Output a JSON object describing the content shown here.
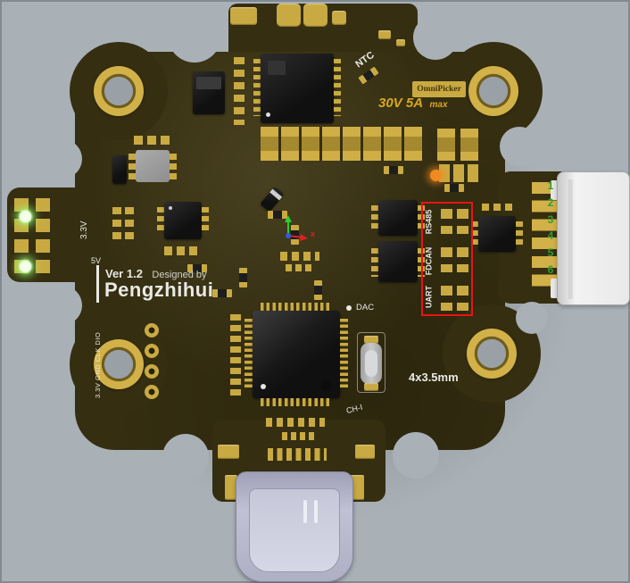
{
  "pcb": {
    "title_block": {
      "version": "Ver 1.2",
      "designed_by": "Designed by",
      "designer": "Pengzhihui"
    },
    "badge": {
      "brand": "OmniPicker",
      "rating": "30V 5A",
      "rating_unit": "max"
    },
    "labels": {
      "ntc": "NTC",
      "dac": "DAC",
      "ch_i": "CH-I",
      "v33": "3.3V",
      "v5": "5V",
      "swd": "3.3V GND CLK DIO",
      "mount": "4x3.5mm",
      "axis_x": "x"
    },
    "bus_labels": [
      "RS485",
      "FDCAN",
      "UART"
    ],
    "connector_pins": [
      "1",
      "2",
      "3",
      "4",
      "5",
      "6"
    ],
    "colors": {
      "background": "#a9b1b7",
      "board": "#352e11",
      "gold": "#c9aa42",
      "silkscreen": "#e9e9e5",
      "accent_yellow": "#d9a81f",
      "highlight_red": "#e81414",
      "led_orange": "#f08a20",
      "led_green": "#b8f79e",
      "pin_number_green": "#2f9e2f"
    }
  }
}
